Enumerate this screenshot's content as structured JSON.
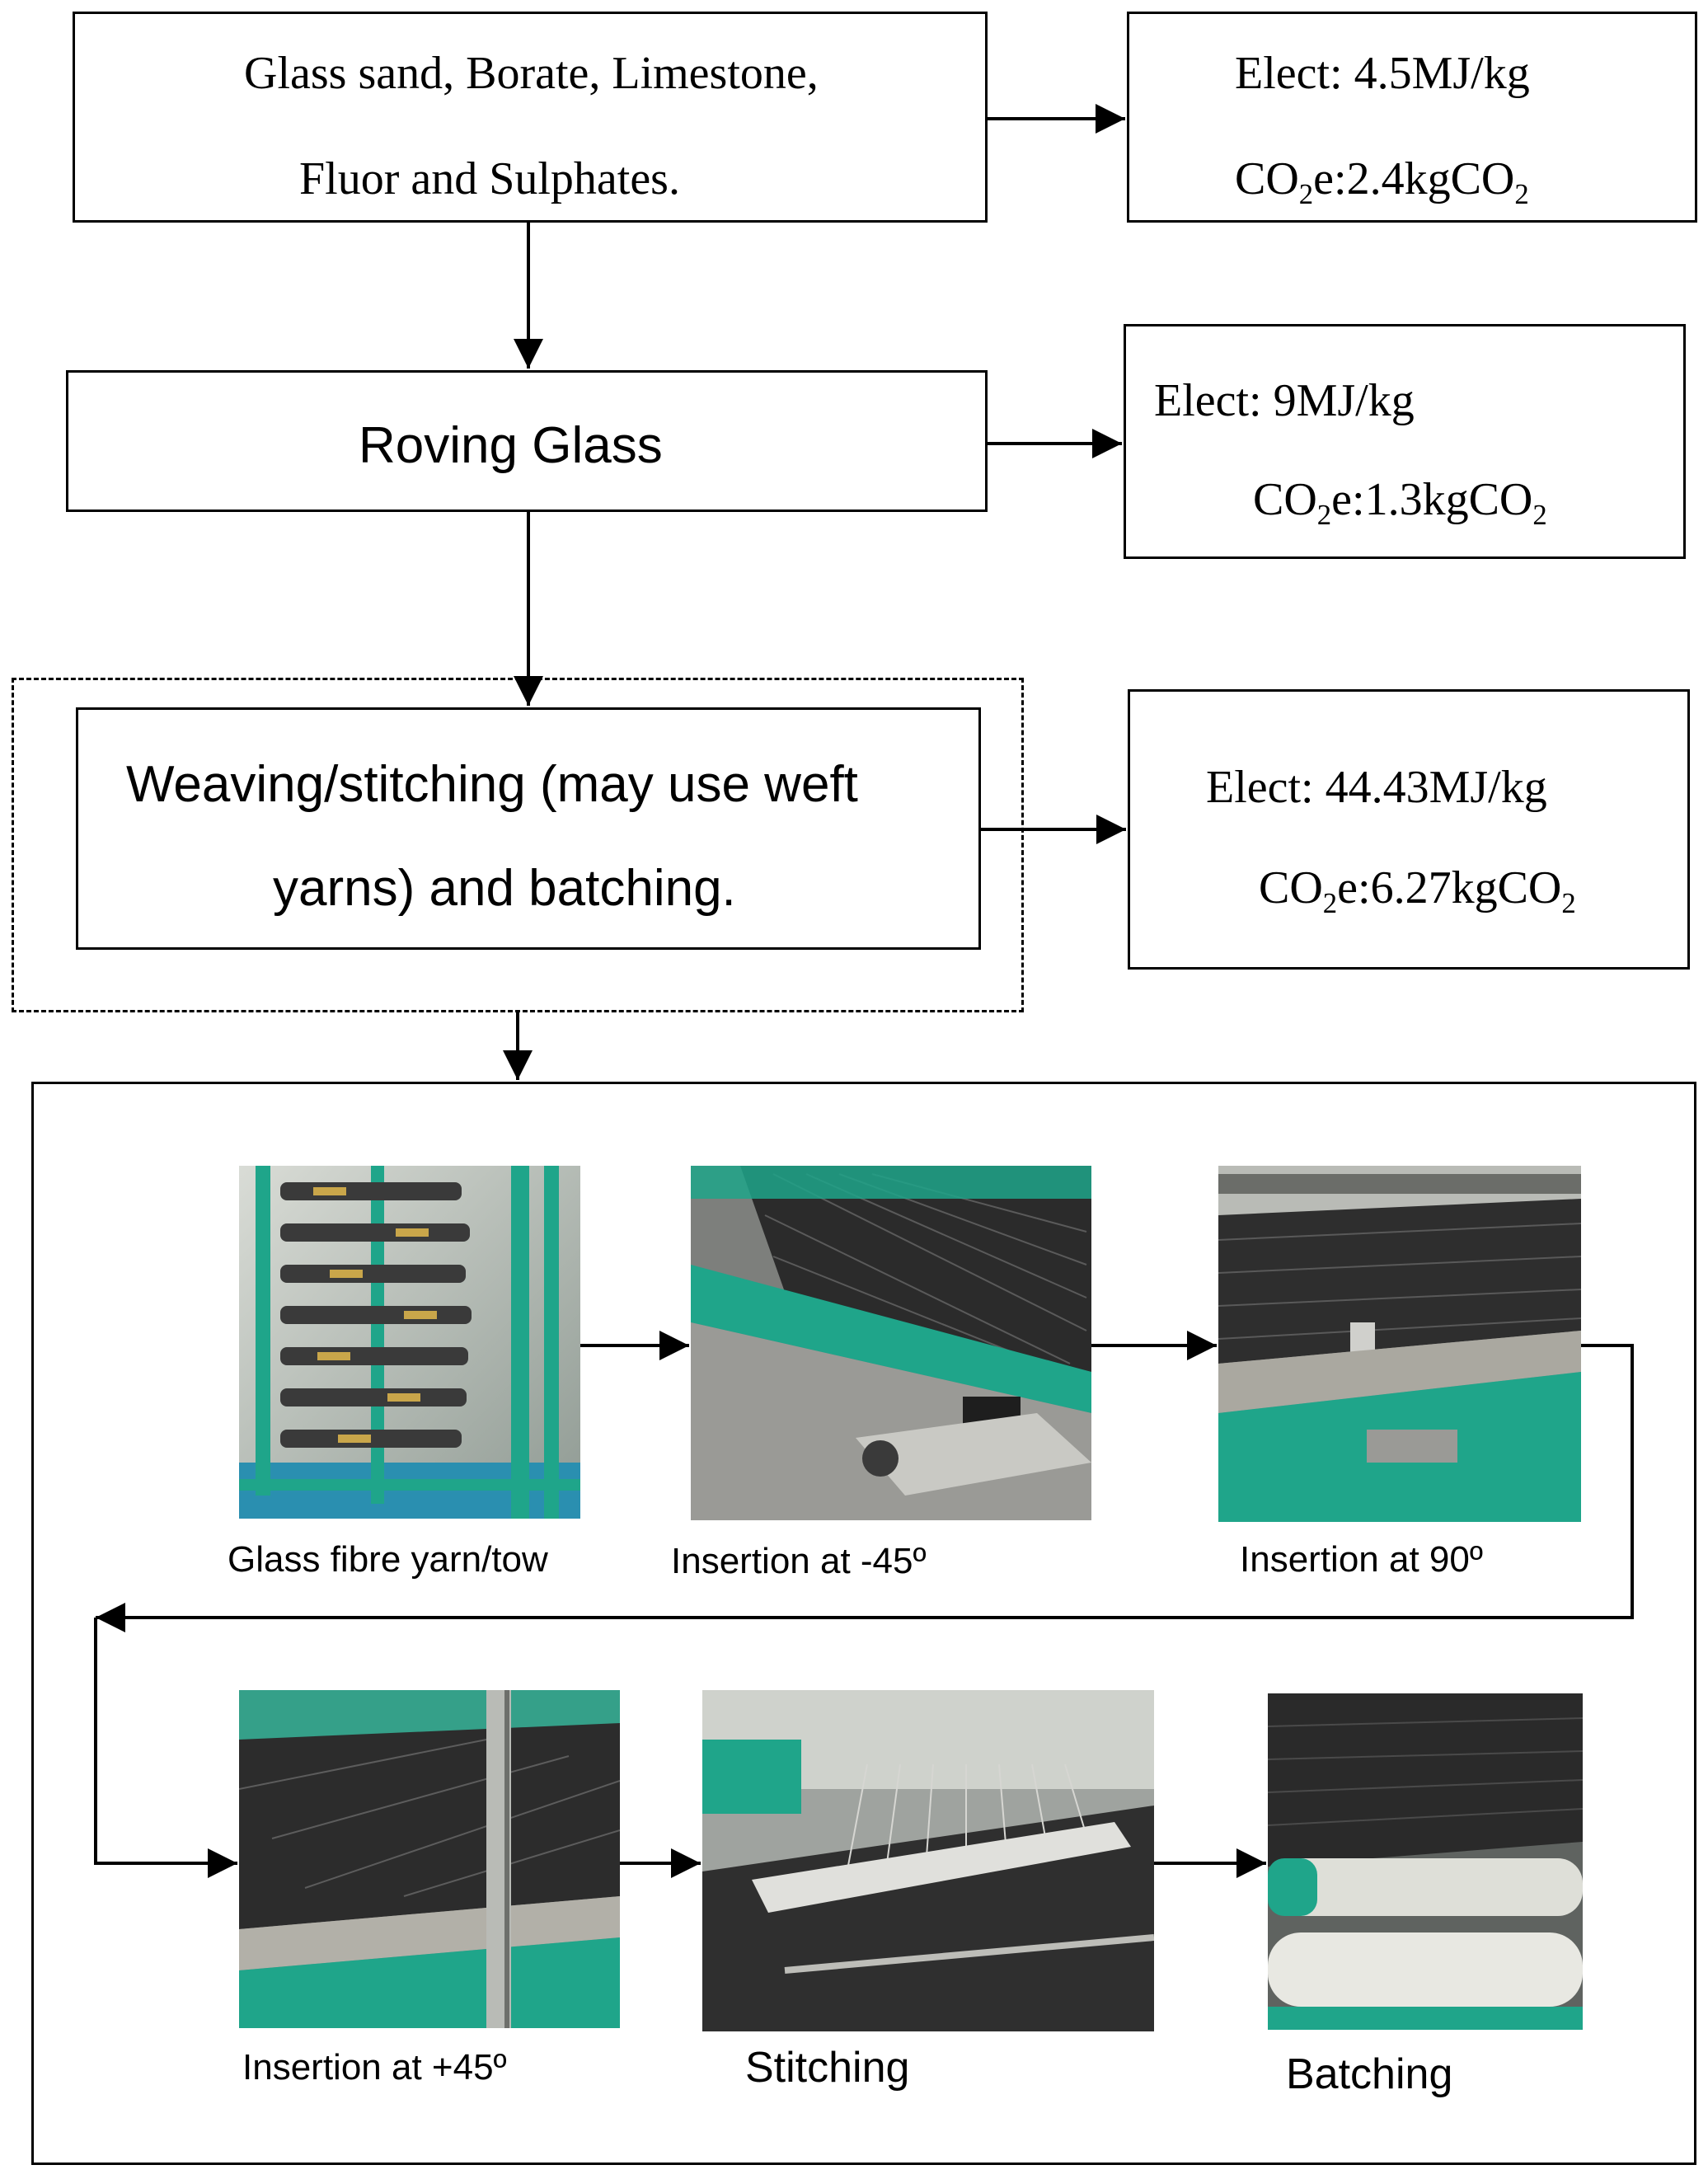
{
  "raw_materials": {
    "line1": "Glass sand, Borate, Limestone,",
    "line2": "Fluor and Sulphates."
  },
  "raw_materials_energy": {
    "elect": "Elect: 4.5MJ/kg",
    "co2_prefix": "CO",
    "co2_sub1": "2",
    "co2_mid": "e:2.4kgCO",
    "co2_sub2": "2"
  },
  "roving": {
    "label": "Roving Glass"
  },
  "roving_energy": {
    "elect": "Elect: 9MJ/kg",
    "co2_prefix": "CO",
    "co2_sub1": "2",
    "co2_mid": "e:1.3kgCO",
    "co2_sub2": "2"
  },
  "weaving": {
    "line1": "Weaving/stitching (may use weft",
    "line2": "yarns) and batching."
  },
  "weaving_energy": {
    "elect": "Elect: 44.43MJ/kg",
    "co2_prefix": "CO",
    "co2_sub1": "2",
    "co2_mid": "e:6.27kgCO",
    "co2_sub2": "2"
  },
  "process_steps": [
    {
      "caption": "Glass fibre yarn/tow"
    },
    {
      "caption": "Insertion at -45º"
    },
    {
      "caption": "Insertion at 90º"
    },
    {
      "caption": "Insertion at +45º"
    },
    {
      "caption": "Stitching"
    },
    {
      "caption": "Batching"
    }
  ],
  "colors": {
    "machine_green": "#1fa58a",
    "fabric_dark": "#2b2b2b",
    "steel": "#9a9a96"
  }
}
